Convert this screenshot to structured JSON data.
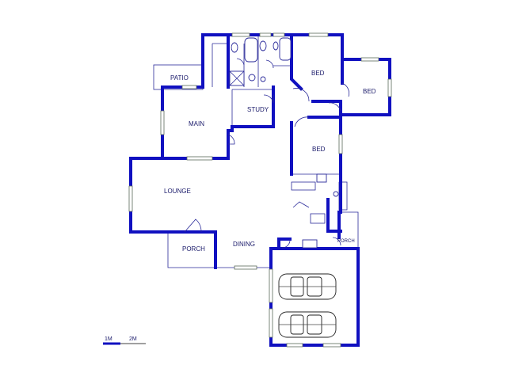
{
  "rooms": {
    "patio": "PATIO",
    "main": "MAIN",
    "study": "STUDY",
    "bed1": "BED",
    "bed2": "BED",
    "bed3": "BED",
    "lounge": "LOUNGE",
    "porch_front": "PORCH",
    "dining": "DINING",
    "porch_side": "PORCH"
  },
  "scale": {
    "label_1": "1M",
    "label_2": "2M"
  },
  "colors": {
    "wall": "#1010c0",
    "text": "#1a1a6a"
  }
}
